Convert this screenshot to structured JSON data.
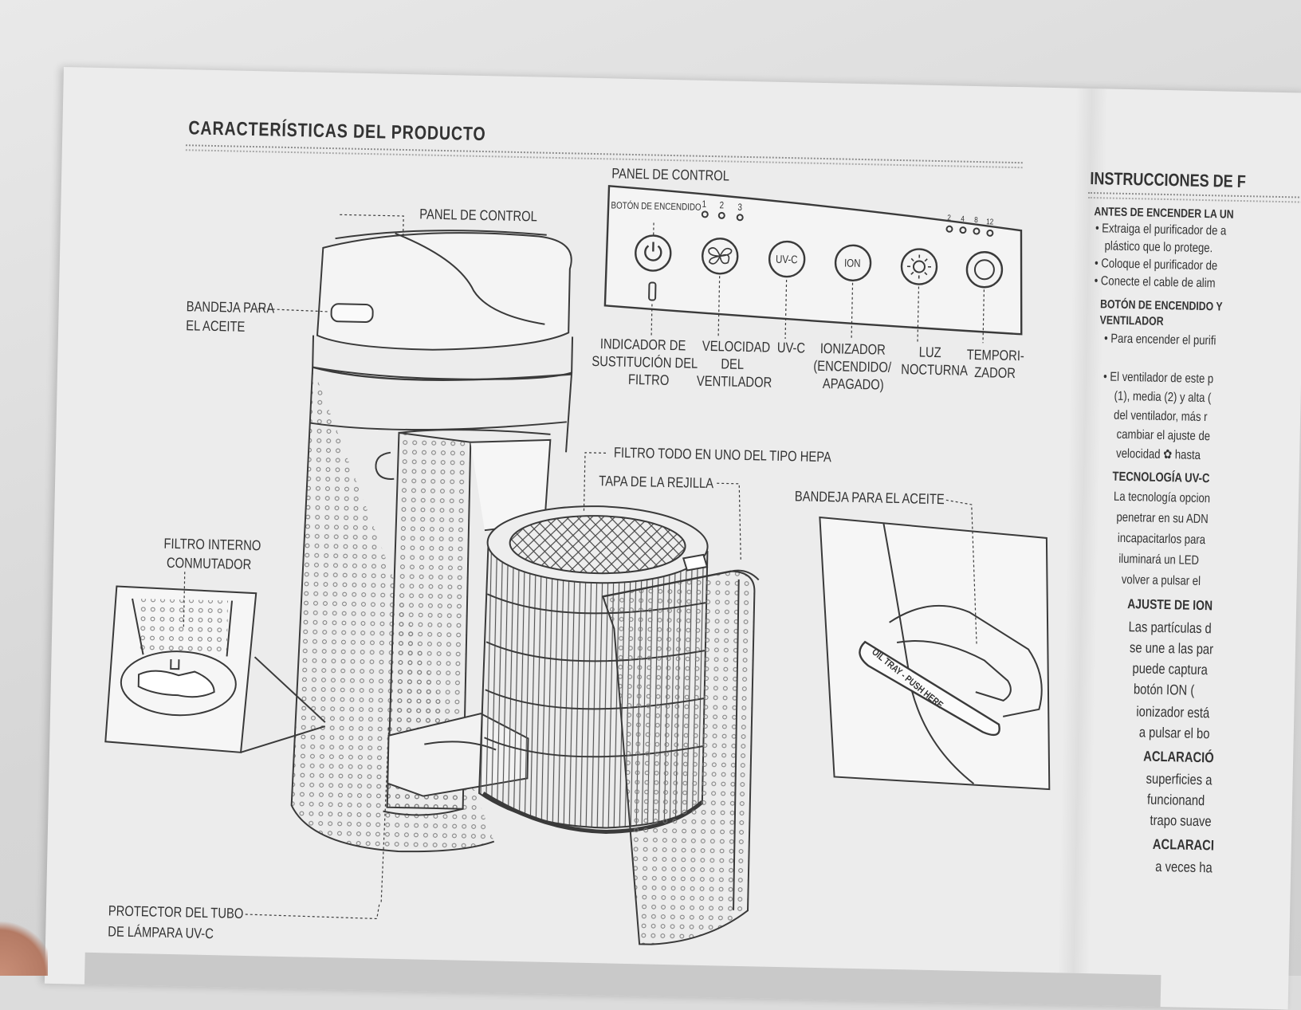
{
  "heading": "CARACTERÍSTICAS DEL PRODUCTO",
  "labels": {
    "panel_control_main": "PANEL DE CONTROL",
    "panel_control_left": "PANEL DE CONTROL",
    "bandeja_aceite_left_1": "BANDEJA PARA",
    "bandeja_aceite_left_2": "EL ACEITE",
    "filtro_interno_1": "FILTRO INTERNO",
    "filtro_interno_2": "CONMUTADOR",
    "protector_1": "PROTECTOR DEL TUBO",
    "protector_2": "DE LÁMPARA UV-C",
    "filtro_hepa": "FILTRO TODO EN UNO DEL TIPO HEPA",
    "tapa_rejilla": "TAPA DE LA REJILLA",
    "bandeja_aceite_right": "BANDEJA PARA EL ACEITE",
    "oil_tray_text": "OIL TRAY - PUSH HERE"
  },
  "control_panel": {
    "power_label": "BOTÓN DE ENCENDIDO",
    "speed_numbers": [
      "1",
      "2",
      "3"
    ],
    "timer_numbers": [
      "2",
      "4",
      "8",
      "12"
    ],
    "uvc_button": "UV-C",
    "ion_button": "ION",
    "callouts": {
      "indicador_1": "INDICADOR DE",
      "indicador_2": "SUSTITUCIÓN DEL",
      "indicador_3": "FILTRO",
      "velocidad_1": "VELOCIDAD",
      "velocidad_2": "DEL",
      "velocidad_3": "VENTILADOR",
      "uvc": "UV-C",
      "ionizador_1": "IONIZADOR",
      "ionizador_2": "(ENCENDIDO/",
      "ionizador_3": "APAGADO)",
      "luz_1": "LUZ",
      "luz_2": "NOCTURNA",
      "temp_1": "TEMPORI-",
      "temp_2": "ZADOR"
    }
  },
  "right_column": {
    "title": "INSTRUCCIONES DE F",
    "sub1": "ANTES DE ENCENDER LA UN",
    "lines1": [
      "• Extraiga el purificador de a",
      "plástico que lo protege.",
      "• Coloque el purificador de",
      "• Conecte el cable de alim"
    ],
    "sub2a": "BOTÓN DE ENCENDIDO Y",
    "sub2b": "VENTILADOR",
    "lines2": [
      "• Para encender el purifi",
      "• El ventilador de este p",
      "(1), media (2) y alta (",
      "del ventilador, más r",
      "cambiar el ajuste de",
      "velocidad ✿ hasta"
    ],
    "sub3": "TECNOLOGÍA UV-C",
    "lines3": [
      "La tecnología opcion",
      "penetrar en su ADN",
      "incapacitarlos para",
      "iluminará un LED",
      "volver a pulsar el"
    ],
    "sub4": "AJUSTE DE ION",
    "lines4": [
      "Las partículas d",
      "se une a las par",
      "puede captura",
      "botón ION (",
      "ionizador está",
      "a pulsar el bo"
    ],
    "sub5": "ACLARACIÓ",
    "lines5": [
      "superficies a",
      "funcionand",
      "trapo suave"
    ],
    "sub6": "ACLARACI",
    "lines6": [
      "a veces ha"
    ]
  },
  "colors": {
    "paper": "#ececec",
    "ink": "#333333",
    "line": "#3a3a3a"
  }
}
